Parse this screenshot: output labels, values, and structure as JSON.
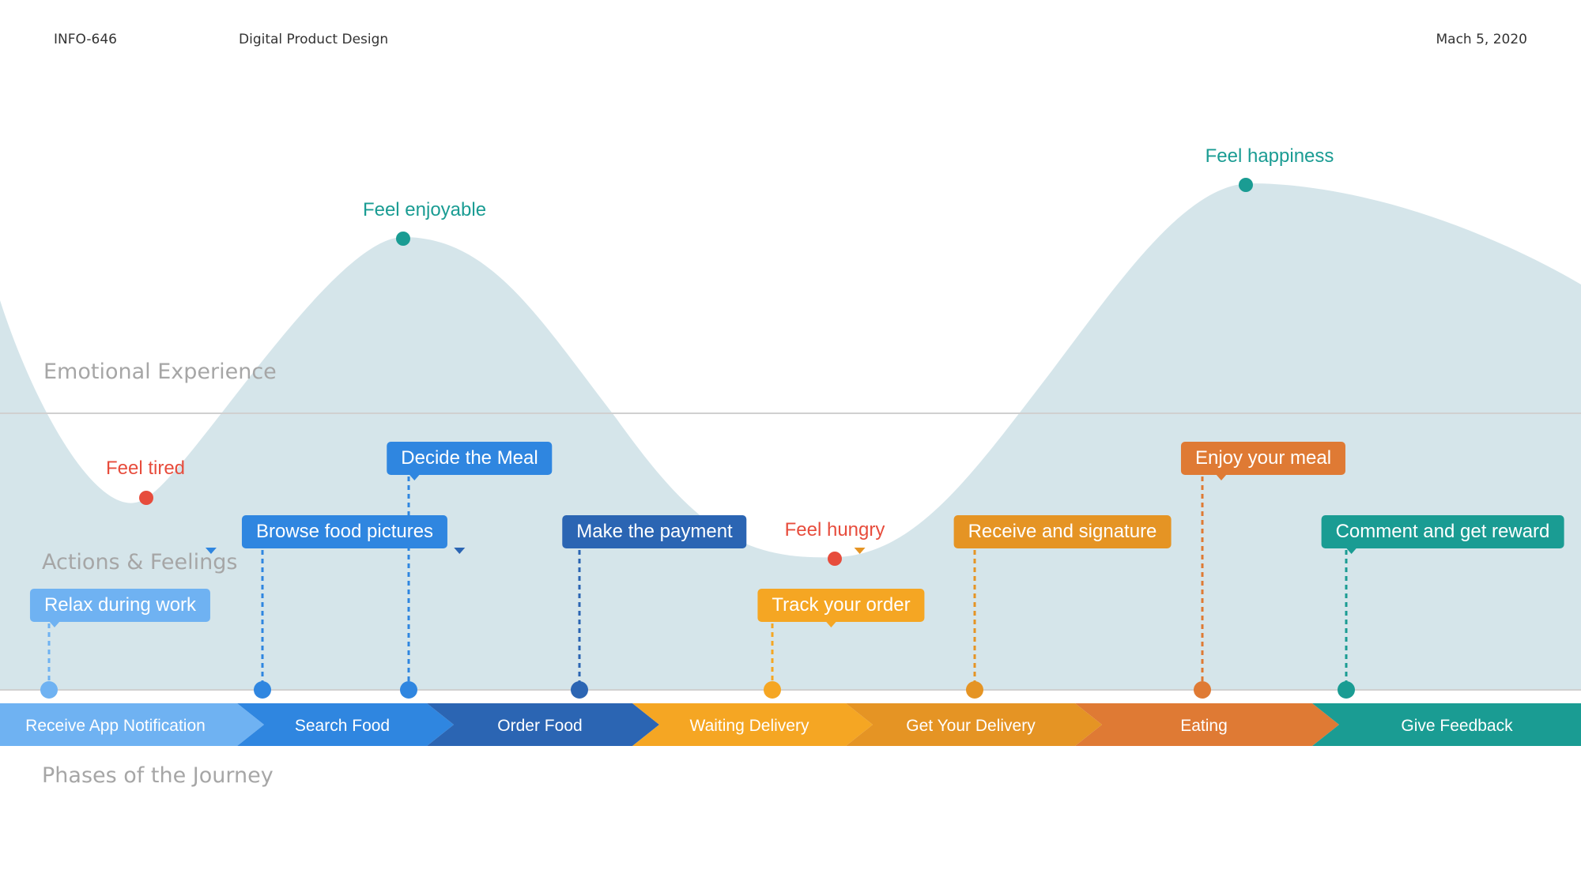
{
  "header": {
    "course": "INFO-646",
    "title": "Digital Product Design",
    "date": "Mach 5, 2020"
  },
  "sections": {
    "emotional": "Emotional Experience",
    "actions": "Actions & Feelings",
    "phases": "Phases of the Journey"
  },
  "colors": {
    "curve_fill": "#d5e5ea",
    "positive": "#1a9c93",
    "negative": "#e74c3c",
    "axis": "#d0d0d0",
    "light_blue": "#6fb2f2",
    "blue": "#2f86e0",
    "dark_blue": "#2b65b3",
    "yellow": "#f5a623",
    "amber": "#e59424",
    "orange": "#df7a34",
    "teal": "#1a9c93"
  },
  "feelings": [
    {
      "label": "Feel tired",
      "tone": "negative"
    },
    {
      "label": "Feel enjoyable",
      "tone": "positive"
    },
    {
      "label": "Feel hungry",
      "tone": "negative"
    },
    {
      "label": "Feel happiness",
      "tone": "positive"
    }
  ],
  "actions": [
    {
      "label": "Relax during work",
      "color": "#6fb2f2",
      "phase": 0
    },
    {
      "label": "Browse food pictures",
      "color": "#2f86e0",
      "phase": 1
    },
    {
      "label": "Decide the Meal",
      "color": "#2f86e0",
      "phase": 1
    },
    {
      "label": "Make the payment",
      "color": "#2b65b3",
      "phase": 2
    },
    {
      "label": "Track your order",
      "color": "#f5a623",
      "phase": 3
    },
    {
      "label": "Receive and signature",
      "color": "#e59424",
      "phase": 4
    },
    {
      "label": "Enjoy your meal",
      "color": "#df7a34",
      "phase": 5
    },
    {
      "label": "Comment and get reward",
      "color": "#1a9c93",
      "phase": 6
    }
  ],
  "phases": [
    {
      "label": "Receive App Notification",
      "color": "#6fb2f2"
    },
    {
      "label": "Search Food",
      "color": "#2f86e0"
    },
    {
      "label": "Order Food",
      "color": "#2b65b3"
    },
    {
      "label": "Waiting Delivery",
      "color": "#f5a623"
    },
    {
      "label": "Get Your Delivery",
      "color": "#e59424"
    },
    {
      "label": "Eating",
      "color": "#df7a34"
    },
    {
      "label": "Give Feedback",
      "color": "#1a9c93"
    }
  ]
}
